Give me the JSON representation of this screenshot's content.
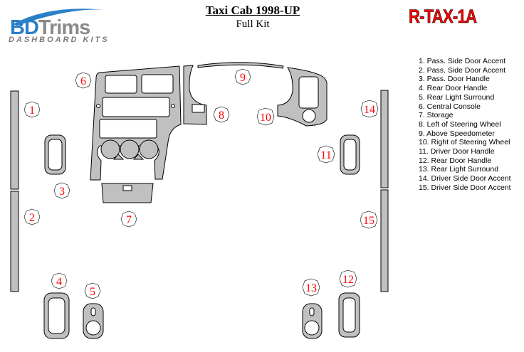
{
  "logo": {
    "brand_a": "BD",
    "brand_b": "Trims",
    "tagline": "DASHBOARD KITS"
  },
  "header": {
    "title": "Taxi Cab 1998-UP",
    "subtitle": "Full Kit",
    "part_code": "R-TAX-1A"
  },
  "colors": {
    "part_fill": "#c0c0c0",
    "label_color": "#ff0000",
    "logo_blue": "#2a7fc7"
  },
  "legend": [
    "1.   Pass. Side Door Accent",
    "2.   Pass. Side Door Accent",
    "3.   Pass. Door Handle",
    "4.   Rear Door Handle",
    "5.   Rear Light Surround",
    "6.   Central Console",
    "7.   Storage",
    "8.   Left of Steering Wheel",
    "9.   Above Speedometer",
    "10. Right of Steering Wheel",
    "11. Driver Door Handle",
    "12. Rear Door Handle",
    "13. Rear Light Surround",
    "14. Driver Side Door Accent",
    "15. Driver Side Door Accent"
  ],
  "labels": [
    "1",
    "2",
    "3",
    "4",
    "5",
    "6",
    "7",
    "8",
    "9",
    "10",
    "11",
    "12",
    "13",
    "14",
    "15"
  ]
}
